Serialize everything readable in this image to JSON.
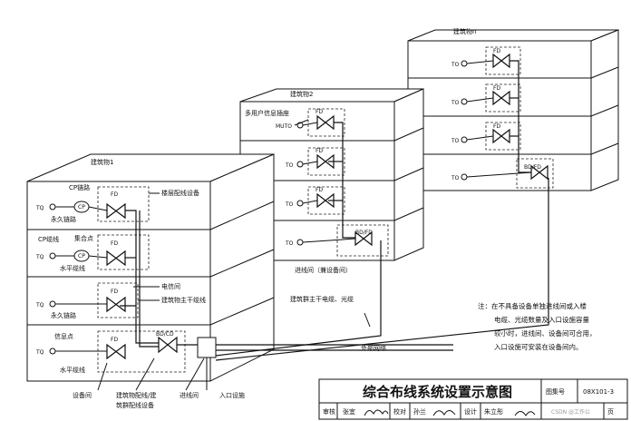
{
  "buildings": {
    "b1": {
      "title": "建筑物1"
    },
    "b2": {
      "title": "建筑物2"
    },
    "bn": {
      "title": "建筑物n"
    }
  },
  "labels": {
    "cp_link": "CP链路",
    "cp_cable": "CP缆线",
    "cp": "CP",
    "consolidation_point": "集合点",
    "permanent_link_1": "永久链路",
    "permanent_link_2": "永久链路",
    "horizontal_cable_1": "水平缆线",
    "horizontal_cable_2": "水平缆线",
    "info_point": "信息点",
    "floor_distributor_equipment": "楼层配线设备",
    "telecom_room": "电信间",
    "backbone_cable": "建筑物主干缆线",
    "equipment_room": "设备间",
    "building_distributor_1": "建筑物配线/建",
    "building_distributor_2": "筑群配线设备",
    "entrance_room": "进线间",
    "entrance_facility": "入口设施",
    "external_network": "外部网络",
    "entrance_room_equipment": "进线间（兼设备间）",
    "campus_backbone": "建筑群主干电缆、光缆",
    "muto": "多用户信息插座",
    "muto_code": "MUTO",
    "fd": "FD",
    "bd_cd": "BD/CD",
    "bd_fd": "BD/FD",
    "to": "TO",
    "tq": "TQ"
  },
  "note": {
    "line1": "注：在不具备设备单独进线间或入楼",
    "line2": "电缆、光缆数量及入口设施容量",
    "line3": "较小时，进线间、设备间可合用，",
    "line4": "入口设施可安装在设备间内。"
  },
  "title_block": {
    "title": "综合布线系统设置示意图",
    "atlas_label": "图集号",
    "atlas_no": "08X101-3",
    "review": "审核",
    "reviewer": "张宜",
    "check": "校对",
    "checker": "孙兰",
    "design": "设计",
    "designer": "朱立彤",
    "page_label": "页",
    "watermark": "CSDN @工作公"
  }
}
